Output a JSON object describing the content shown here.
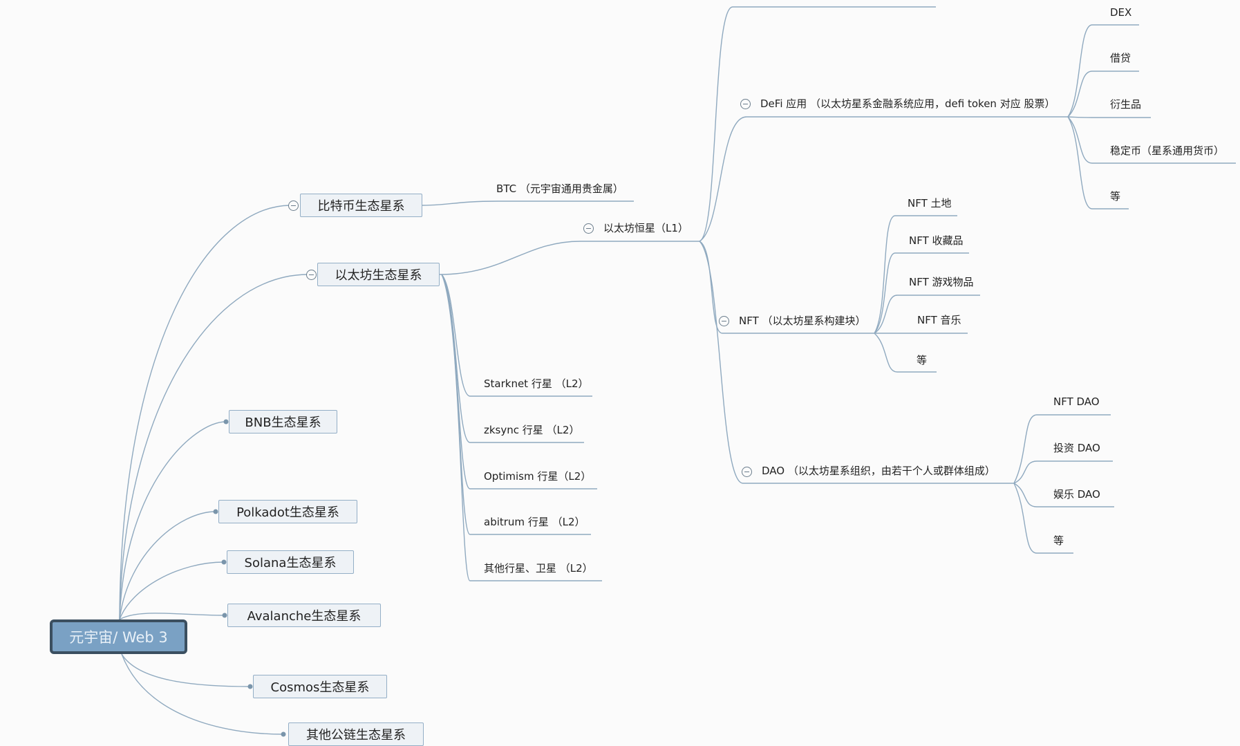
{
  "root": {
    "label": "元宇宙/ Web 3"
  },
  "branches": {
    "btc": "比特币生态星系",
    "eth": "以太坊生态星系",
    "bnb": "BNB生态星系",
    "polkadot": "Polkadot生态星系",
    "solana": "Solana生态星系",
    "avalanche": "Avalanche生态星系",
    "cosmos": "Cosmos生态星系",
    "other": "其他公链生态星系"
  },
  "btc_children": [
    "BTC （元宇宙通用贵金属）"
  ],
  "eth_children": {
    "l1": "以太坊恒星（L1）",
    "l2": [
      "Starknet 行星 （L2）",
      "zksync 行星 （L2）",
      "Optimism 行星（L2）",
      "abitrum 行星 （L2）",
      "其他行星、卫星 （L2）"
    ]
  },
  "l1_children": {
    "defi": "DeFi 应用 （以太坊星系金融系统应用，defi token 对应 股票）",
    "nft": "NFT （以太坊星系构建块）",
    "dao": "DAO （以太坊星系组织，由若干个人或群体组成）"
  },
  "defi_children": [
    "DEX",
    "借贷",
    "衍生品",
    "稳定币（星系通用货币）",
    "等"
  ],
  "nft_children": [
    "NFT 土地",
    "NFT 收藏品",
    "NFT 游戏物品",
    "NFT 音乐",
    "等"
  ],
  "dao_children": [
    "NFT  DAO",
    "投资 DAO",
    "娱乐 DAO",
    "等"
  ],
  "colors": {
    "link": "#8fa9bf",
    "root_fill": "#7aa1c4",
    "root_border": "#3b4f60",
    "box_fill": "#eef2f6"
  }
}
